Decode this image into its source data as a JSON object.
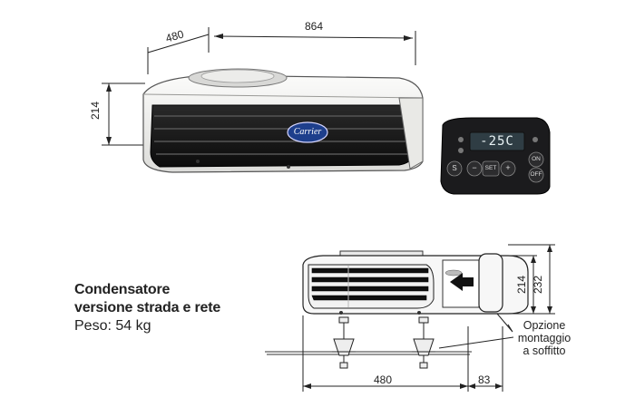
{
  "top_dimensions": {
    "depth": "480",
    "width": "864",
    "height": "214"
  },
  "brand_badge": "Carrier",
  "controller": {
    "display": "-25C",
    "buttons": {
      "s": "S",
      "minus": "−",
      "set": "SET",
      "plus": "+",
      "on": "ON",
      "off": "OFF"
    }
  },
  "caption": {
    "title": "Condensatore",
    "subtitle": "versione strada e rete",
    "weight": "Peso: 54 kg"
  },
  "side_dimensions": {
    "height_inner": "214",
    "height_outer": "232",
    "length": "480",
    "offset": "83"
  },
  "mount_note": {
    "line1": "Opzione",
    "line2": "montaggio",
    "line3": "a soffitto"
  },
  "colors": {
    "body": "#f4f4f2",
    "louver": "#141414",
    "badge": "#1e3f8c"
  }
}
